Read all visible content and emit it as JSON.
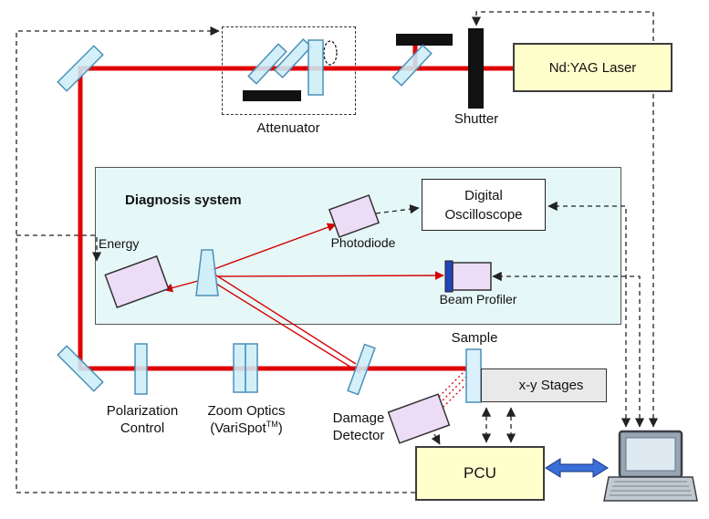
{
  "diagram": {
    "laser": "Nd:YAG Laser",
    "shutter": "Shutter",
    "attenuator": "Attenuator",
    "diagnosis_title": "Diagnosis system",
    "energy": "Energy",
    "photodiode": "Photodiode",
    "oscilloscope_l1": "Digital",
    "oscilloscope_l2": "Oscilloscope",
    "beam_profiler": "Beam Profiler",
    "sample": "Sample",
    "xy_stages": "x-y Stages",
    "polarization_l1": "Polarization",
    "polarization_l2": "Control",
    "zoom_l1": "Zoom Optics",
    "zoom_l2_open": "(VariSpot",
    "zoom_l2_tm": "TM",
    "zoom_l2_close": ")",
    "damage_l1": "Damage",
    "damage_l2": "Detector",
    "pcu": "PCU"
  },
  "colors": {
    "beam_red": "#e00000",
    "thin_red": "#d40000",
    "box_yellow": "#ffffcc",
    "optic_blue": "#cdeef8",
    "optic_border": "#4a90b8",
    "detector_pink": "#ecdcf6",
    "diagnosis_bg": "#e6f7f7",
    "stages_gray": "#e9e9e9",
    "link_blue": "#3a6fd8",
    "control_dash": "#222222",
    "profiler_edge_blue": "#2244bb"
  }
}
